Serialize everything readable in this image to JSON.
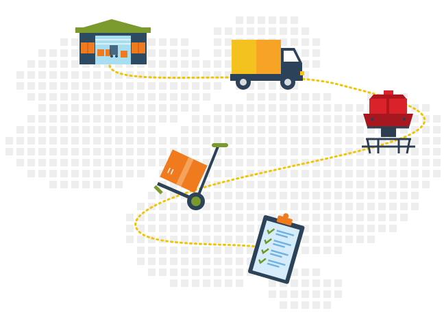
{
  "illustration": {
    "theme": "logistics-supply-chain",
    "steps": [
      {
        "id": "warehouse",
        "icon": "warehouse-icon"
      },
      {
        "id": "truck",
        "icon": "delivery-truck-icon"
      },
      {
        "id": "train",
        "icon": "locomotive-icon"
      },
      {
        "id": "hand-truck",
        "icon": "hand-truck-with-box-icon"
      },
      {
        "id": "checklist",
        "icon": "clipboard-checklist-icon"
      }
    ],
    "route_style": "dotted",
    "colors": {
      "route": "#f2c400",
      "map_dots": "#eeeeee",
      "warehouse_roof": "#7a9a2e",
      "warehouse_wall": "#2d4a63",
      "box_orange": "#f07a1e",
      "truck_yellow": "#f4c21f",
      "truck_cab": "#2c4258",
      "train_red": "#d9222a",
      "hand_truck_green": "#7e9a2e",
      "clipboard_blue": "#d7ecfb",
      "check_green": "#6a9a1f"
    }
  }
}
